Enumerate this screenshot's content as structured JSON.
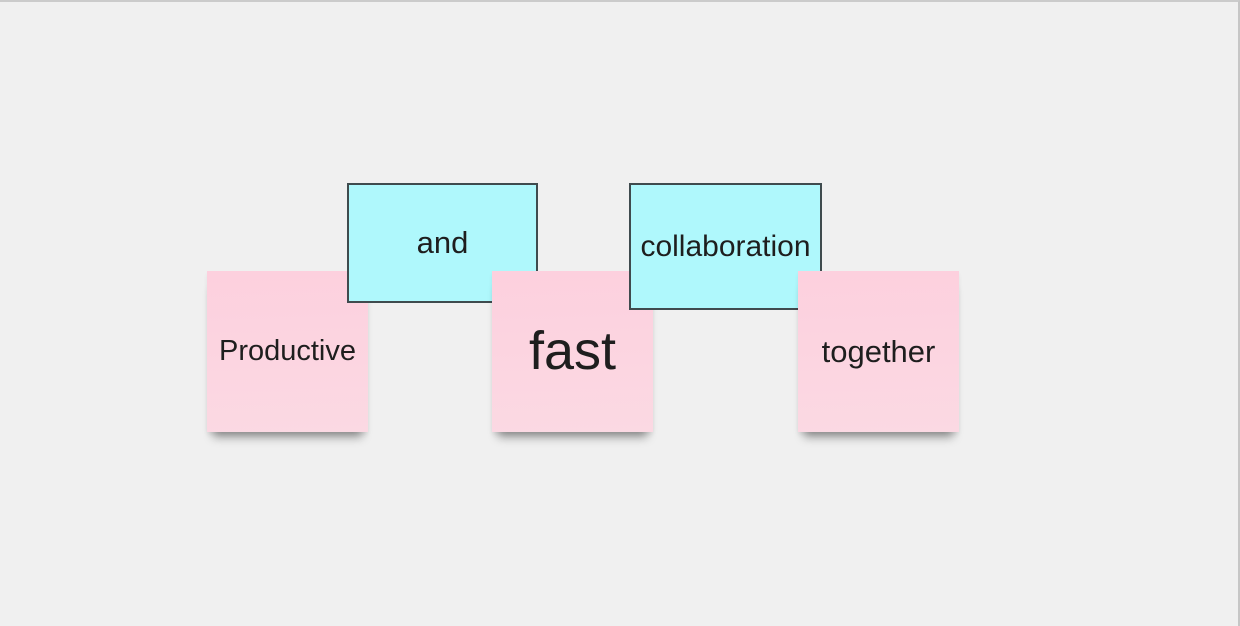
{
  "board": {
    "type": "whiteboard-canvas",
    "background_color": "#f0f0f0",
    "frame_border_color": "#c9c9c9",
    "sticky_note_color": "#fdd0de",
    "shape_fill_color": "#aff8fc",
    "shape_border_color": "#3f4b4e",
    "text_color": "#1e1e1e",
    "items": [
      {
        "type": "sticky-note",
        "label": "Productive"
      },
      {
        "type": "shape-rectangle",
        "label": "and"
      },
      {
        "type": "sticky-note",
        "label": "fast"
      },
      {
        "type": "shape-rectangle",
        "label": "collaboration"
      },
      {
        "type": "sticky-note",
        "label": "together"
      }
    ]
  }
}
